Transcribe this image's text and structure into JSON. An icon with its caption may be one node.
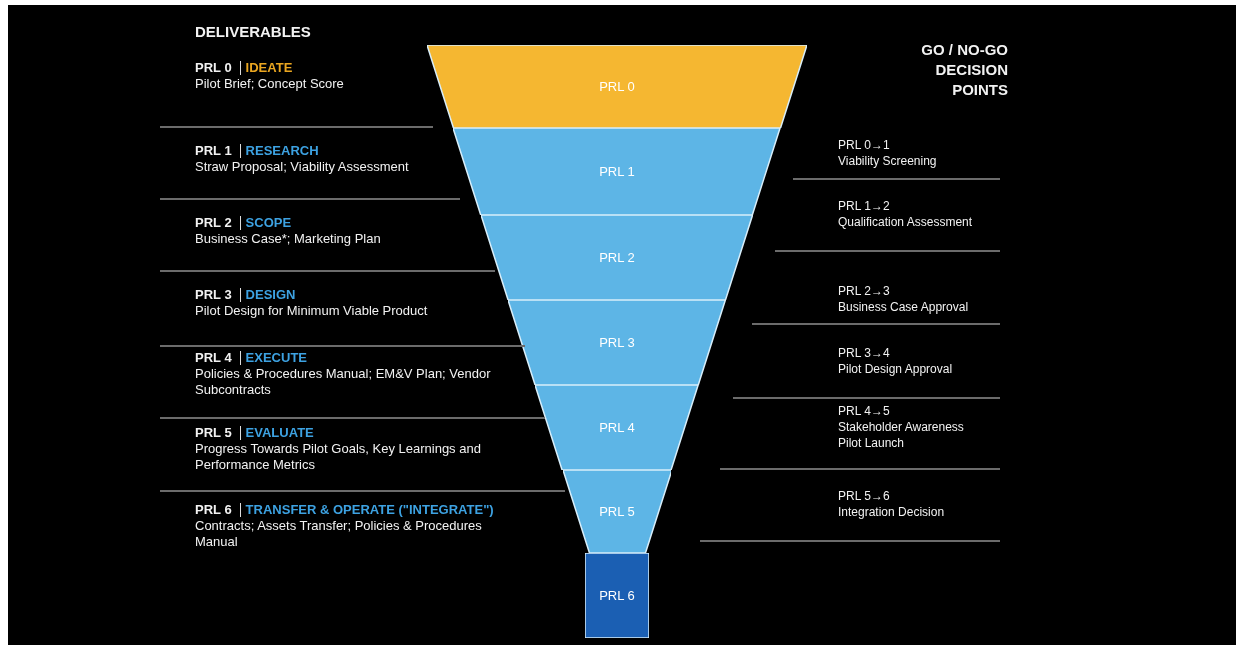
{
  "diagram": {
    "nodes": [
      {
        "text": [
          "PRL 0"
        ]
      },
      {
        "text": [
          "PRL 1"
        ]
      },
      {
        "text": [
          "PRL 2"
        ]
      },
      {
        "text": [
          "PRL 3"
        ]
      },
      {
        "text": [
          "PRL 4"
        ]
      },
      {
        "text": [
          "PRL 5"
        ]
      },
      {
        "text": [
          "PRL 6"
        ]
      }
    ],
    "edges": [],
    "labels": [
      "DELIVERABLES",
      "GO / NO-GO DECISION POINTS",
      "PRL 0",
      "IDEATE",
      "Pilot Brief; Concept Score",
      "PRL 1",
      "RESEARCH",
      "Straw Proposal; Viability Assessment",
      "PRL 2",
      "SCOPE",
      "Business Case*; Marketing Plan",
      "PRL 3",
      "DESIGN",
      "Pilot Design for Minimum Viable Product",
      "PRL 4",
      "EXECUTE",
      "Policies & Procedures Manual; EM&V Plan; Vendor Subcontracts",
      "PRL 5",
      "EVALUATE",
      "Progress Towards Pilot Goals, Key Learnings and Performance Metrics",
      "PRL 6",
      "TRANSFER & OPERATE (\"INTEGRATE\")",
      "Contracts; Assets Transfer; Policies & Procedures Manual",
      "PRL 0→1",
      "Viability Screening",
      "PRL 1→2",
      "Qualification Assessment",
      "PRL 2→3",
      "Business Case Approval",
      "PRL 3→4",
      "Pilot Design Approval",
      "PRL 4→5",
      "Stakeholder Awareness Pilot Launch",
      "PRL 5→6",
      "Integration Decision"
    ]
  }
}
